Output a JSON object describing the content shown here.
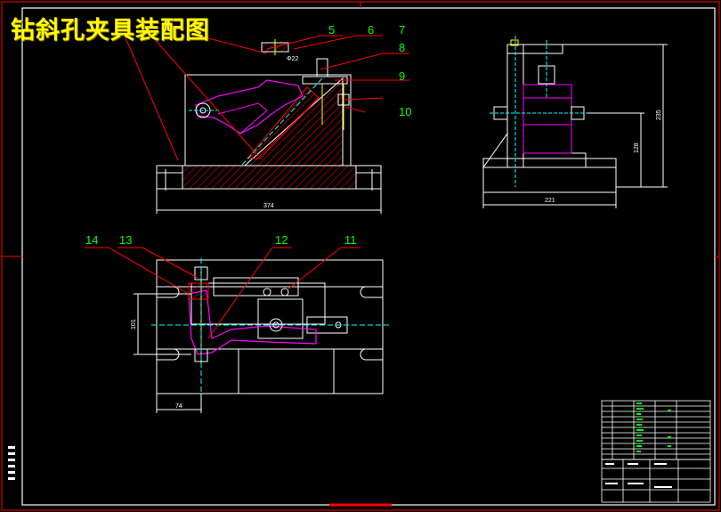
{
  "title": "钻斜孔夹具装配图",
  "callouts": [
    "5",
    "6",
    "7",
    "8",
    "9",
    "10",
    "11",
    "12",
    "13",
    "14"
  ],
  "dimensions": {
    "front_width": "374",
    "front_top": "Φ22",
    "side_width": "221",
    "side_height_total": "235",
    "side_height_mid": "128",
    "top_height": "101",
    "top_offset": "74"
  },
  "colors": {
    "background": "#000000",
    "frame": "#ff0000",
    "outline": "#ffffff",
    "part": "#ff00ff",
    "leader": "#ff0000",
    "callout_text": "#00ff00",
    "hatch": "#ff0000",
    "center_line": "#00ffff",
    "bolt": "#ffff00",
    "title": "#ffff00"
  }
}
